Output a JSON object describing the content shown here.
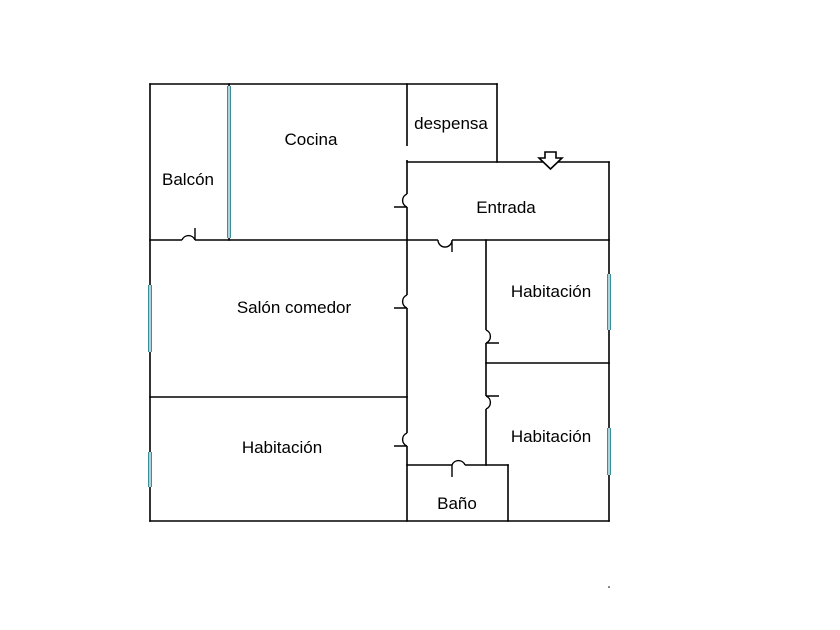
{
  "rooms": {
    "balcony": "Balcón",
    "kitchen": "Cocina",
    "pantry": "despensa",
    "entrance": "Entrada",
    "living_dining": "Salón comedor",
    "bedroom_right_top": "Habitación",
    "bedroom_right_bottom": "Habitación",
    "bedroom_left_bottom": "Habitación",
    "bathroom": "Baño"
  },
  "colors": {
    "wall": "#000000",
    "window": "#3b8f9a",
    "background": "#ffffff"
  },
  "icons": {
    "entry": "entry-arrow-icon"
  }
}
